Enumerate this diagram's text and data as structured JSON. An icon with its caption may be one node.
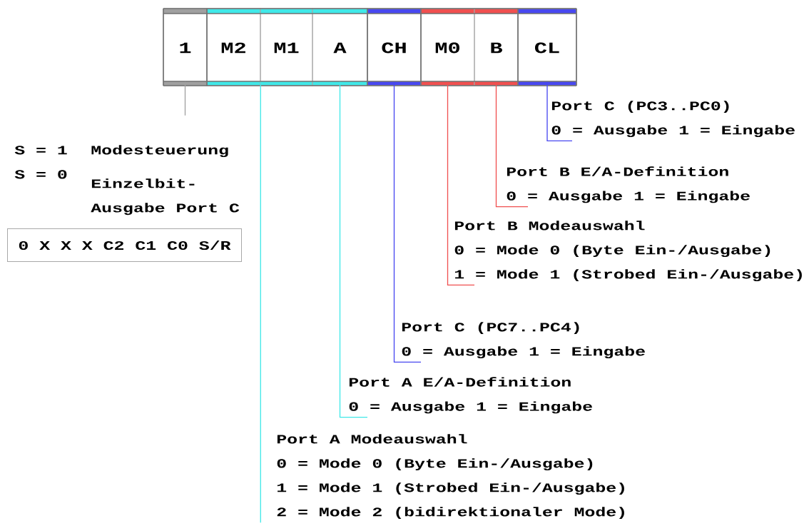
{
  "diagram": {
    "nodes": [
      {
        "text": [
          "1"
        ]
      },
      {
        "text": [
          "M2"
        ]
      },
      {
        "text": [
          "M1"
        ]
      },
      {
        "text": [
          "A"
        ]
      },
      {
        "text": [
          "CH"
        ]
      },
      {
        "text": [
          "M0"
        ]
      },
      {
        "text": [
          "B"
        ]
      },
      {
        "text": [
          "CL"
        ]
      },
      {
        "text": [
          "Port C (PC3..PC0)",
          "0 = Ausgabe 1 = Eingabe"
        ]
      },
      {
        "text": [
          "Port B E/A-Definition",
          "0 = Ausgabe 1 = Eingabe"
        ]
      },
      {
        "text": [
          "Port B Modeauswahl",
          "0 = Mode 0 (Byte Ein-/Ausgabe)",
          "1 = Mode 1 (Strobed Ein-/Ausgabe)"
        ]
      },
      {
        "text": [
          "Port C (PC7..PC4)",
          "0 = Ausgabe 1 = Eingabe"
        ]
      },
      {
        "text": [
          "Port A E/A-Definition",
          "0 = Ausgabe 1 = Eingabe"
        ]
      },
      {
        "text": [
          "Port A Modeauswahl",
          "0 = Mode 0 (Byte Ein-/Ausgabe)",
          "1 = Mode 1 (Strobed Ein-/Ausgabe)",
          "2 = Mode 2 (bidirektionaler Mode)"
        ]
      },
      {
        "text": [
          "S = 1",
          "Modesteuerung",
          "S = 0",
          "Einzelbit- Ausgabe Port C"
        ]
      },
      {
        "text": [
          "0 X X X C2 C1 C0 S/R"
        ]
      }
    ],
    "edges": [
      {
        "from": 0,
        "to": null,
        "arrow": "none",
        "color": "#a0a0a0"
      },
      {
        "from": 1,
        "to": 13,
        "arrow": "none",
        "color": "#40e8e8"
      },
      {
        "from": 2,
        "to": 13,
        "arrow": "none",
        "color": "#40e8e8"
      },
      {
        "from": 3,
        "to": 12,
        "arrow": "none",
        "color": "#40e8e8"
      },
      {
        "from": 4,
        "to": 11,
        "arrow": "none",
        "color": "#4848f0"
      },
      {
        "from": 5,
        "to": 10,
        "arrow": "none",
        "color": "#f05050"
      },
      {
        "from": 6,
        "to": 9,
        "arrow": "none",
        "color": "#f05050"
      },
      {
        "from": 7,
        "to": 8,
        "arrow": "none",
        "color": "#4848f0"
      }
    ]
  }
}
